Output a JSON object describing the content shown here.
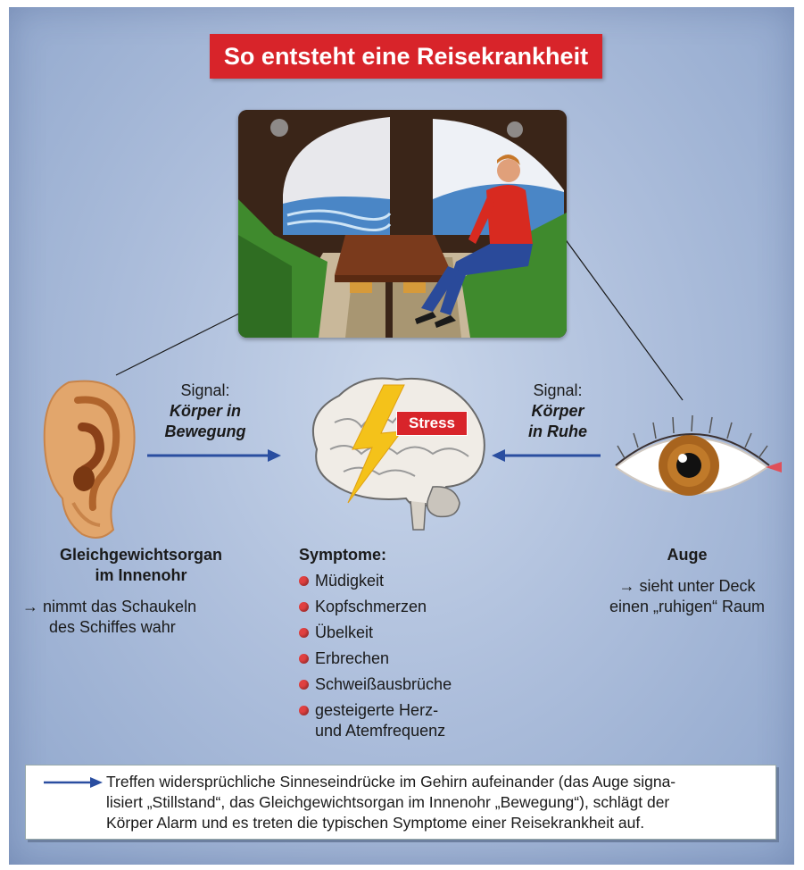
{
  "title": "So entsteht eine Reisekrankheit",
  "signal_left": {
    "label": "Signal:",
    "line1": "Körper in",
    "line2": "Bewegung"
  },
  "signal_right": {
    "label": "Signal:",
    "line1": "Körper",
    "line2": "in Ruhe"
  },
  "stress_label": "Stress",
  "ear": {
    "heading_line1": "Gleichgewichtsorgan",
    "heading_line2": "im Innenohr",
    "desc_line1": "→ nimmt das Schaukeln",
    "desc_line2": "des Schiffes wahr"
  },
  "eye": {
    "heading": "Auge",
    "desc_line1": "→ sieht unter Deck",
    "desc_line2": "einen „ruhigen“ Raum"
  },
  "symptoms": {
    "heading": "Symptome:",
    "items": [
      "Müdigkeit",
      "Kopfschmerzen",
      "Übelkeit",
      "Erbrechen",
      "Schweißausbrüche",
      "gesteigerte Herz-",
      "und Atemfrequenz"
    ]
  },
  "footer": {
    "line1": "Treffen widersprüchliche Sinneseindrücke im Gehirn aufeinander (das Auge signa-",
    "line2": "lisiert „Stillstand“, das Gleichgewichtsorgan im Innenohr „Bewegung“), schlägt der",
    "line3": "Körper Alarm und es treten die typischen Symptome einer Reisekrankheit auf."
  },
  "colors": {
    "accent_red": "#d8242a",
    "arrow_blue": "#2a4ea0",
    "bullet_red": "#e04040"
  }
}
